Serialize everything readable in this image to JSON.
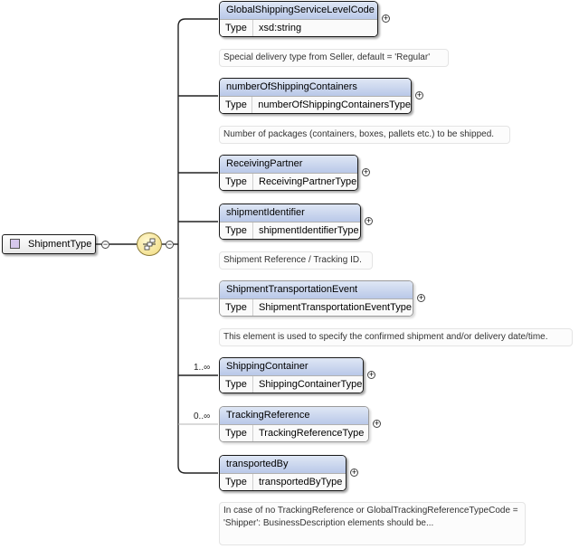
{
  "root": {
    "label": "ShipmentType"
  },
  "compositor": {
    "kind": "sequence",
    "icon": "sequence-compositor-icon"
  },
  "type_label": "Type",
  "elements": [
    {
      "name": "GlobalShippingServiceLevelCode",
      "type": "xsd:string",
      "optional": false,
      "cardinality": "",
      "doc": "Special delivery type from Seller, default = 'Regular'"
    },
    {
      "name": "numberOfShippingContainers",
      "type": "numberOfShippingContainersType",
      "optional": false,
      "cardinality": "",
      "doc": "Number of packages (containers, boxes, pallets etc.) to be shipped."
    },
    {
      "name": "ReceivingPartner",
      "type": "ReceivingPartnerType",
      "optional": false,
      "cardinality": "",
      "doc": ""
    },
    {
      "name": "shipmentIdentifier",
      "type": "shipmentIdentifierType",
      "optional": false,
      "cardinality": "",
      "doc": "Shipment Reference / Tracking ID."
    },
    {
      "name": "ShipmentTransportationEvent",
      "type": "ShipmentTransportationEventType",
      "optional": true,
      "cardinality": "",
      "doc": "This element is used to specify the confirmed shipment and/or delivery date/time."
    },
    {
      "name": "ShippingContainer",
      "type": "ShippingContainerType",
      "optional": false,
      "cardinality": "1..∞",
      "doc": ""
    },
    {
      "name": "TrackingReference",
      "type": "TrackingReferenceType",
      "optional": true,
      "cardinality": "0..∞",
      "doc": ""
    },
    {
      "name": "transportedBy",
      "type": "transportedByType",
      "optional": false,
      "cardinality": "",
      "doc": "In case of no TrackingReference or GlobalTrackingReferenceTypeCode = 'Shipper': BusinessDescription elements should be..."
    }
  ],
  "colors": {
    "header_top": "#dfe7f5",
    "header_bottom": "#b9c8e8",
    "root_square": "#d6c8ec",
    "compositor": "#f0d97a"
  }
}
